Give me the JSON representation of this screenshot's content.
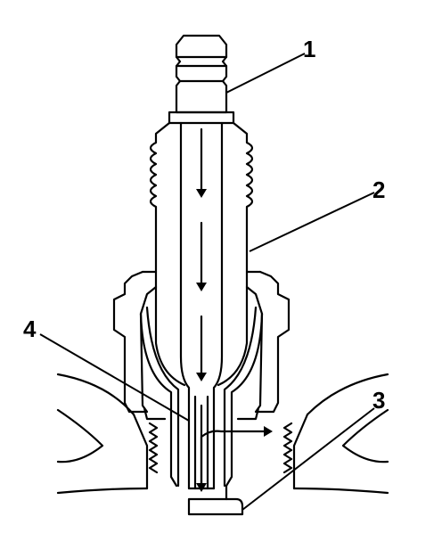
{
  "diagram": {
    "callouts": [
      {
        "id": "1",
        "label": "1"
      },
      {
        "id": "2",
        "label": "2"
      },
      {
        "id": "3",
        "label": "3"
      },
      {
        "id": "4",
        "label": "4"
      }
    ]
  },
  "colors": {
    "stroke": "#000000",
    "background": "#ffffff"
  }
}
